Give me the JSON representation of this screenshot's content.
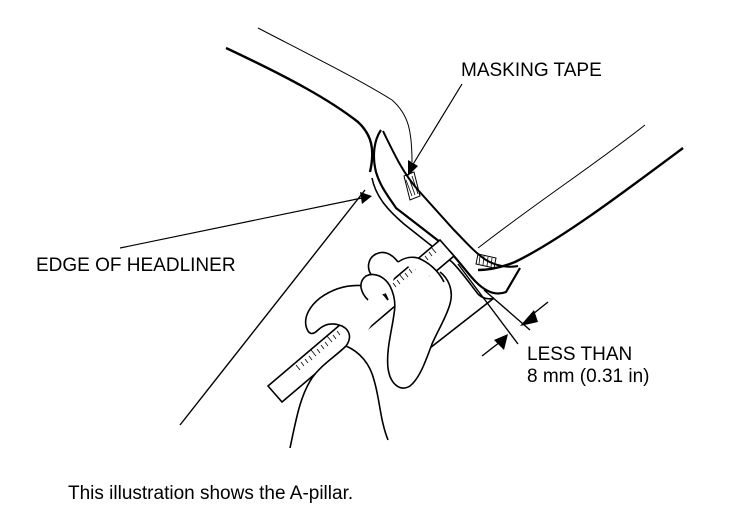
{
  "labels": {
    "masking_tape": "MASKING TAPE",
    "edge_of_headliner": "EDGE OF HEADLINER",
    "less_than_line1": "LESS THAN",
    "less_than_line2": "8 mm (0.31 in)"
  },
  "caption": "This illustration shows the A-pillar."
}
